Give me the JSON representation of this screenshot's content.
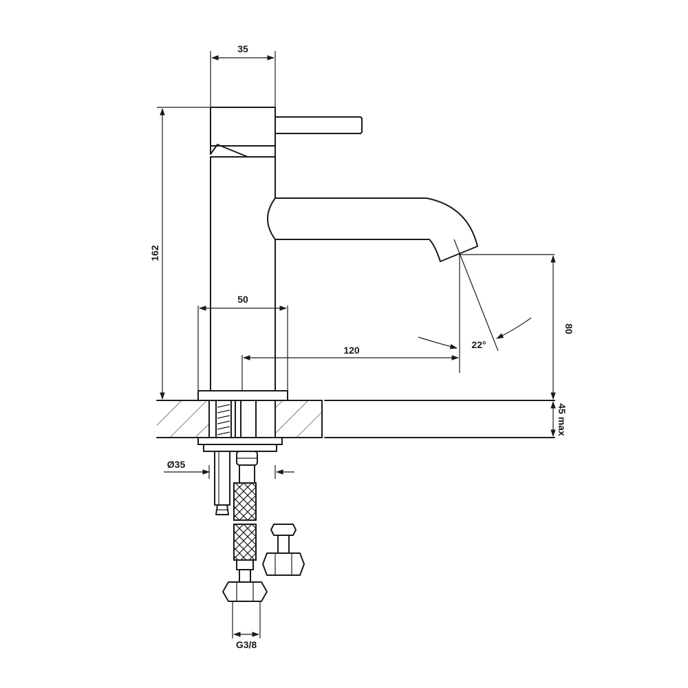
{
  "drawing": {
    "dimensions": {
      "body_width": "35",
      "total_height": "162",
      "base_width": "50",
      "reach": "120",
      "spout_height": "80",
      "angle": "22°",
      "deck_thickness": "45 max",
      "hole_diameter": "Ø35",
      "connection": "G3/8"
    }
  }
}
